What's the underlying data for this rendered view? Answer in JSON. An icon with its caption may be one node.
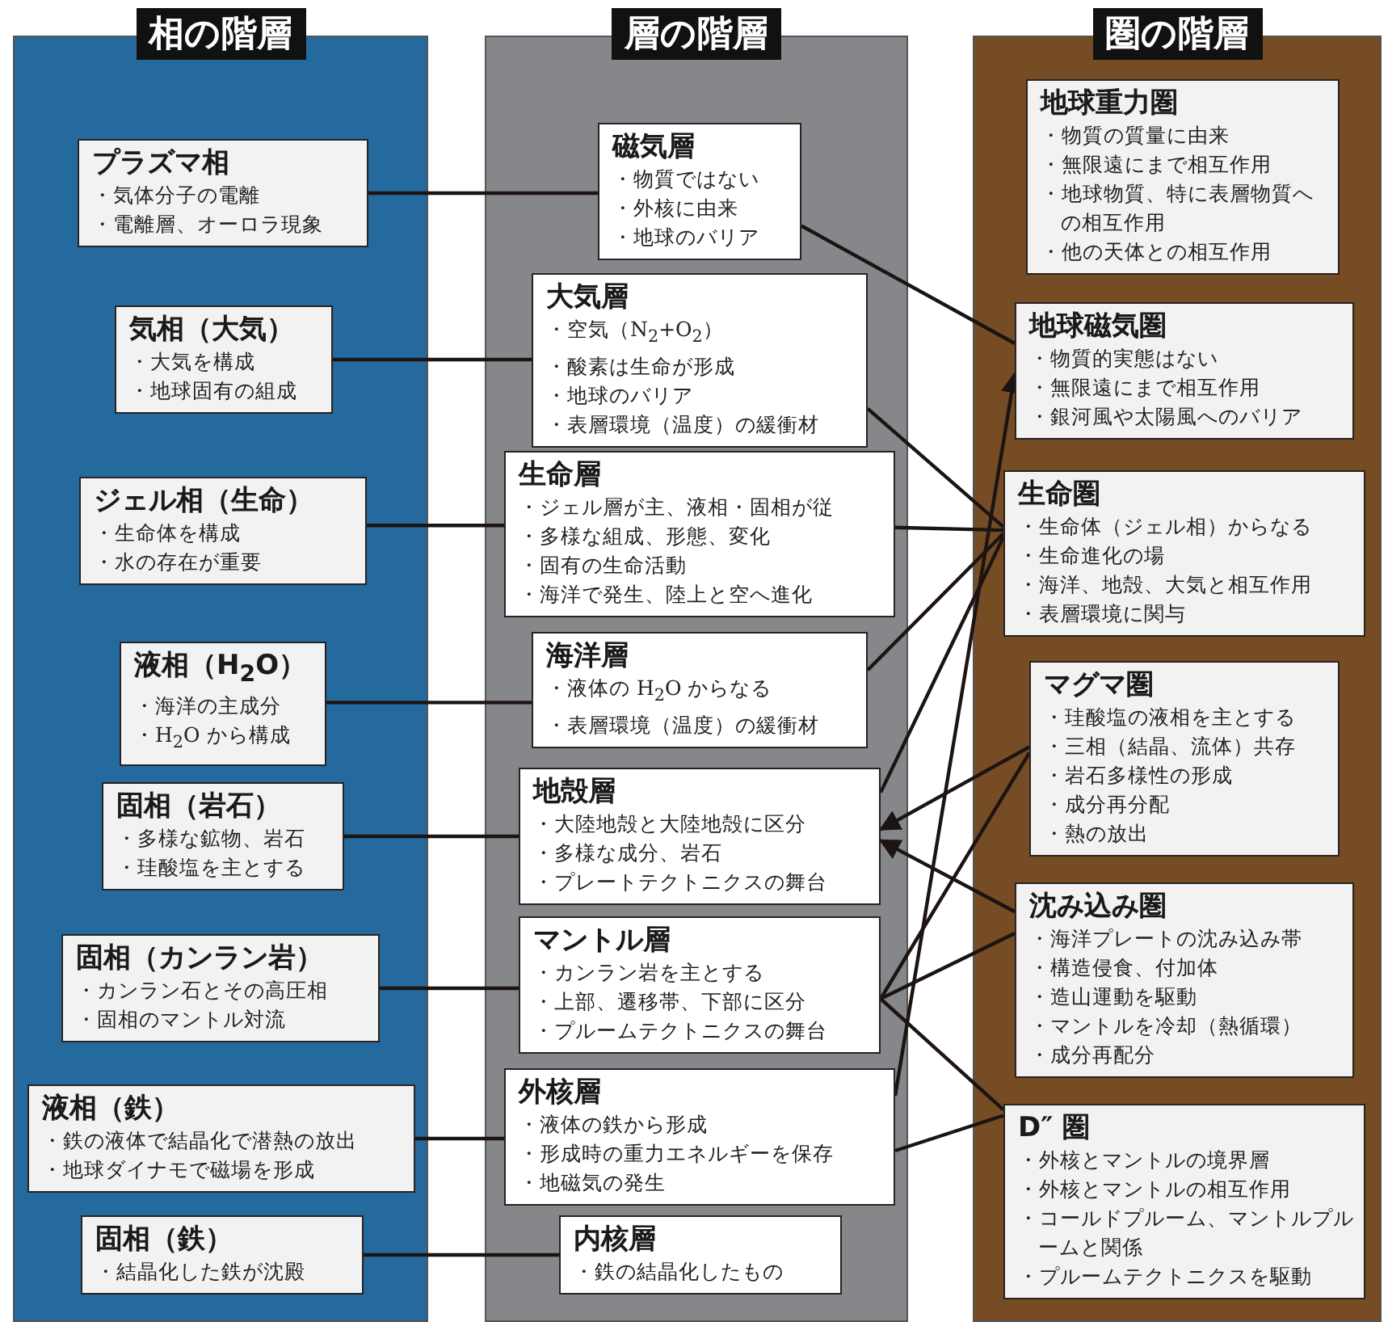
{
  "diagram": {
    "nodes": [
      {
        "text": [
          "相の階層"
        ]
      },
      {
        "text": [
          "プラズマ相",
          "・気体分子の電離",
          "・電離層、オーロラ現象"
        ],
        "in": 0
      },
      {
        "text": [
          "気相（大気）",
          "・大気を構成",
          "・地球固有の組成"
        ],
        "in": 0
      },
      {
        "text": [
          "ジェル相（生命）",
          "・生命体を構成",
          "・水の存在が重要"
        ],
        "in": 0
      },
      {
        "text": [
          "液相（H$_{2}$O）",
          "・海洋の主成分",
          "・H$_{2}$O から構成"
        ],
        "in": 0
      },
      {
        "text": [
          "固相（岩石）",
          "・多様な鉱物、岩石",
          "・珪酸塩を主とする"
        ],
        "in": 0
      },
      {
        "text": [
          "固相（カンラン岩）",
          "・カンラン石とその高圧相",
          "・固相のマントル対流"
        ],
        "in": 0
      },
      {
        "text": [
          "液相（鉄）",
          "・鉄の液体で結晶化で潜熱の放出",
          "・地球ダイナモで磁場を形成"
        ],
        "in": 0
      },
      {
        "text": [
          "固相（鉄）",
          "・結晶化した鉄が沈殿"
        ],
        "in": 0
      },
      {
        "text": [
          "層の階層"
        ]
      },
      {
        "text": [
          "磁気層",
          "・物質ではない",
          "・外核に由来",
          "・地球のバリア"
        ],
        "in": 9
      },
      {
        "text": [
          "大気層",
          "・空気（N$_{2}$+O$_{2}$）",
          "・酸素は生命が形成",
          "・地球のバリア",
          "・表層環境（温度）の緩衝材"
        ],
        "in": 9
      },
      {
        "text": [
          "生命層",
          "・ジェル層が主、液相・固相が従",
          "・多様な組成、形態、変化",
          "・固有の生命活動",
          "・海洋で発生、陸上と空へ進化"
        ],
        "in": 9
      },
      {
        "text": [
          "海洋層",
          "・液体の H$_{2}$O からなる",
          "・表層環境（温度）の緩衝材"
        ],
        "in": 9
      },
      {
        "text": [
          "地殻層",
          "・大陸地殻と大陸地殻に区分",
          "・多様な成分、岩石",
          "・プレートテクトニクスの舞台"
        ],
        "in": 9
      },
      {
        "text": [
          "マントル層",
          "・カンラン岩を主とする",
          "・上部、遷移帯、下部に区分",
          "・プルームテクトニクスの舞台"
        ],
        "in": 9
      },
      {
        "text": [
          "外核層",
          "・液体の鉄から形成",
          "・形成時の重力エネルギーを保存",
          "・地磁気の発生"
        ],
        "in": 9
      },
      {
        "text": [
          "内核層",
          "・鉄の結晶化したもの"
        ],
        "in": 9
      },
      {
        "text": [
          "圏の階層"
        ]
      },
      {
        "text": [
          "地球重力圏",
          "・物質の質量に由来",
          "・無限遠にまで相互作用",
          "・地球物質、特に表層物質への相互作用",
          "・他の天体との相互作用"
        ],
        "in": 18
      },
      {
        "text": [
          "地球磁気圏",
          "・物質的実態はない",
          "・無限遠にまで相互作用",
          "・銀河風や太陽風へのバリア"
        ],
        "in": 18
      },
      {
        "text": [
          "生命圏",
          "・生命体（ジェル相）からなる",
          "・生命進化の場",
          "・海洋、地殻、大気と相互作用",
          "・表層環境に関与"
        ],
        "in": 18
      },
      {
        "text": [
          "マグマ圏",
          "・珪酸塩の液相を主とする",
          "・三相（結晶、流体）共存",
          "・岩石多様性の形成",
          "・成分再分配",
          "・熱の放出"
        ],
        "in": 18
      },
      {
        "text": [
          "沈み込み圏",
          "・海洋プレートの沈み込み帯",
          "・構造侵食、付加体",
          "・造山運動を駆動",
          "・マントルを冷却（熱循環）",
          "・成分再配分"
        ],
        "in": 18
      },
      {
        "text": [
          "D″ 圏",
          "・外核とマントルの境界層",
          "・外核とマントルの相互作用",
          "・コールドプルーム、マントルプルームと関係",
          "・プルームテクトニクスを駆動"
        ],
        "in": 18
      }
    ],
    "edges": [
      {
        "from": 1,
        "to": 10,
        "arrow": "none"
      },
      {
        "from": 2,
        "to": 11,
        "arrow": "none"
      },
      {
        "from": 3,
        "to": 12,
        "arrow": "none"
      },
      {
        "from": 4,
        "to": 13,
        "arrow": "none"
      },
      {
        "from": 5,
        "to": 14,
        "arrow": "none"
      },
      {
        "from": 6,
        "to": 15,
        "arrow": "none"
      },
      {
        "from": 7,
        "to": 16,
        "arrow": "none"
      },
      {
        "from": 8,
        "to": 17,
        "arrow": "none"
      },
      {
        "from": 10,
        "to": 20,
        "arrow": "none"
      },
      {
        "from": 11,
        "to": 21,
        "arrow": "none"
      },
      {
        "from": 12,
        "to": 21,
        "arrow": "none"
      },
      {
        "from": 13,
        "to": 21,
        "arrow": "none"
      },
      {
        "from": 14,
        "to": 21,
        "arrow": "none"
      },
      {
        "from": 16,
        "to": 20,
        "arrow": "to"
      },
      {
        "from": 15,
        "to": 22,
        "arrow": "none"
      },
      {
        "from": 22,
        "to": 14,
        "arrow": "to"
      },
      {
        "from": 23,
        "to": 14,
        "arrow": "to"
      },
      {
        "from": 15,
        "to": 23,
        "arrow": "none"
      },
      {
        "from": 15,
        "to": 24,
        "arrow": "none"
      },
      {
        "from": 16,
        "to": 24,
        "arrow": "none"
      }
    ]
  }
}
